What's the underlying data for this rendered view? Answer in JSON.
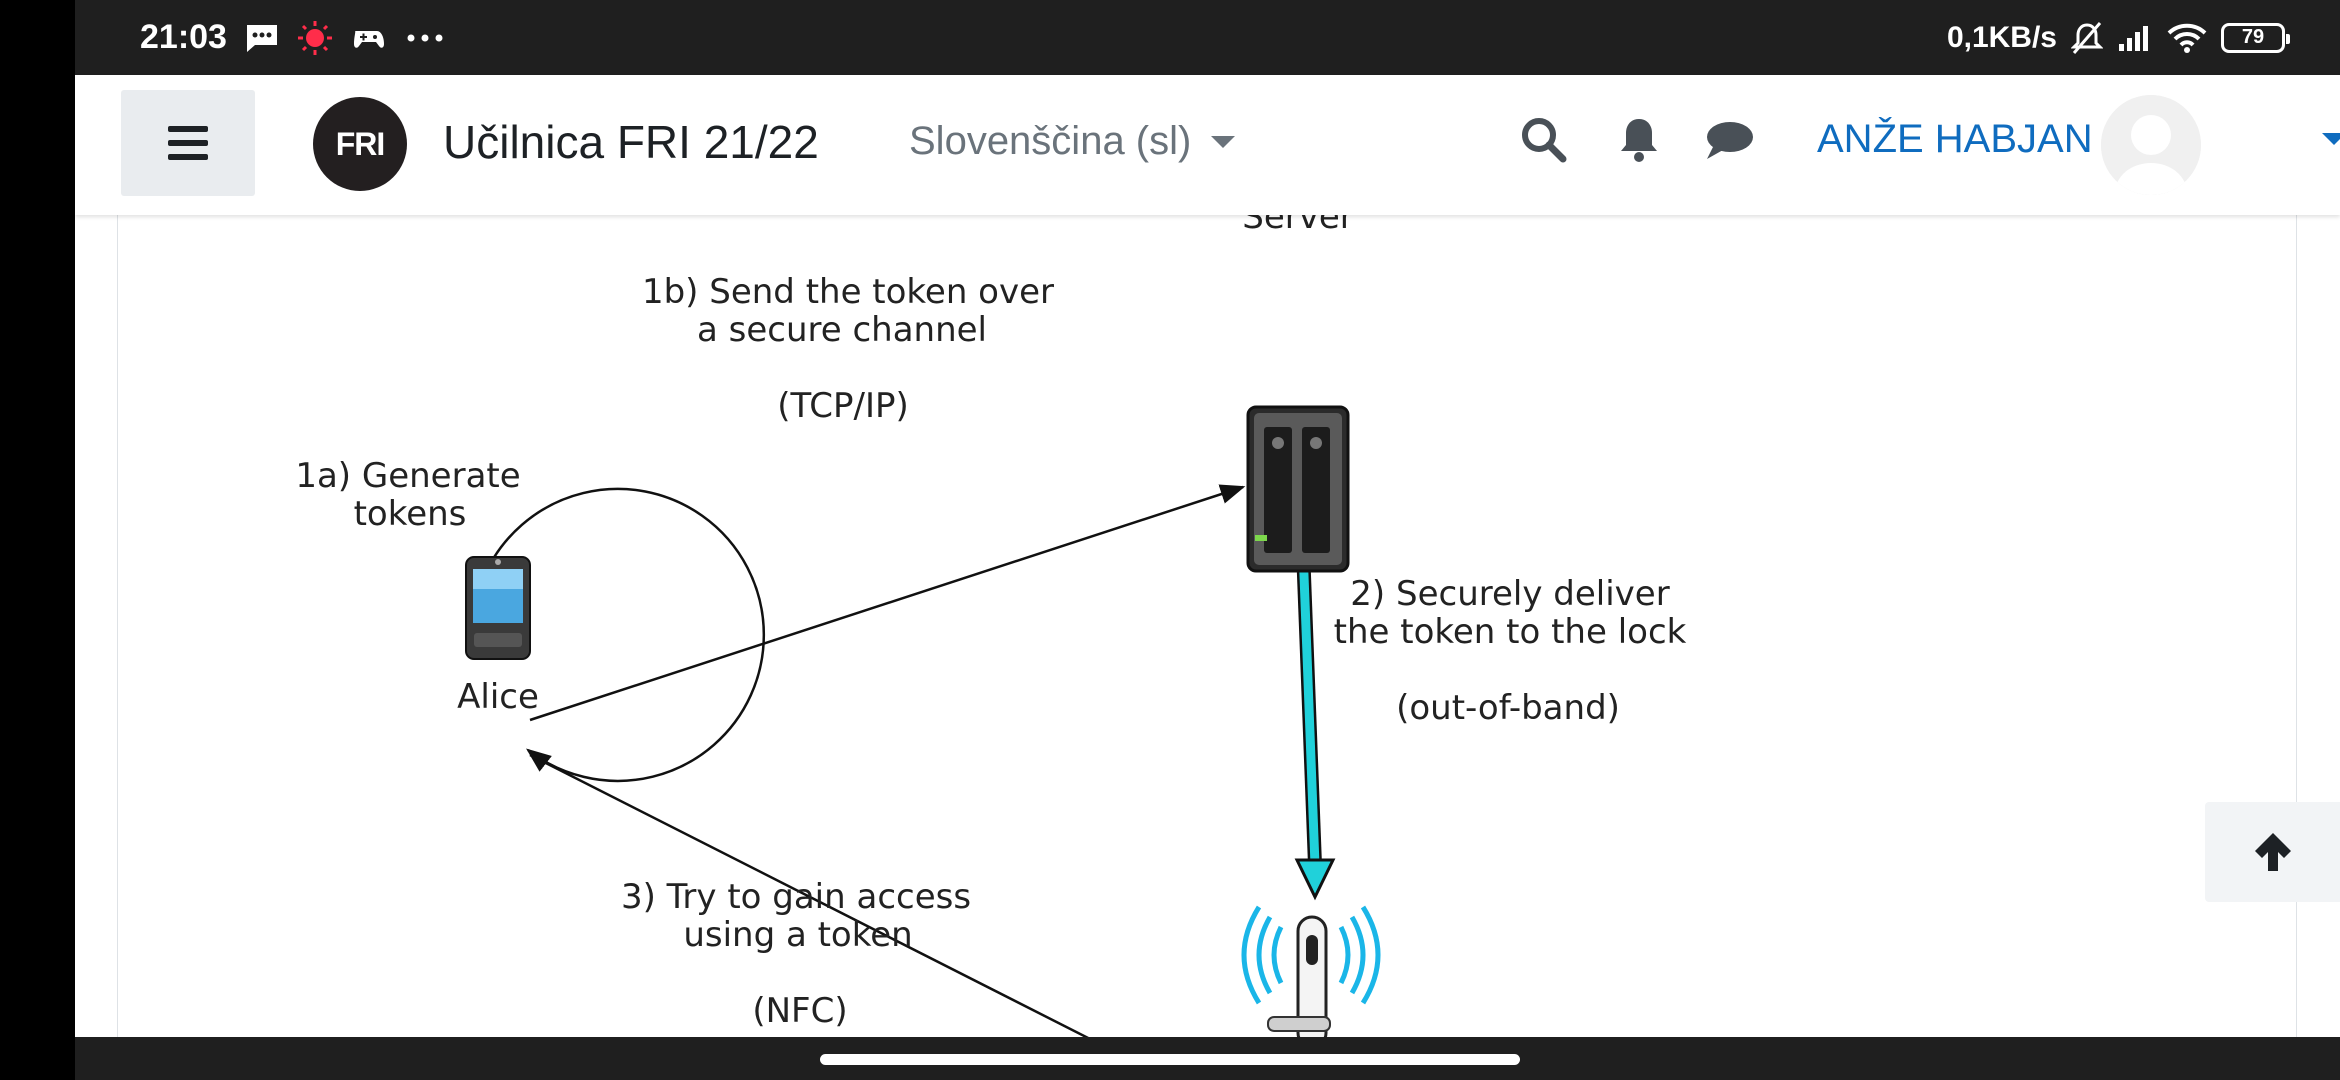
{
  "status_bar": {
    "time": "21:03",
    "net_speed": "0,1KB/s",
    "battery": "79"
  },
  "header": {
    "logo_text": "FRI",
    "site_title": "Učilnica FRI 21/22",
    "language": "Slovenščina (sl)",
    "user_name": "ANŽE HABJAN",
    "accent_color": "#0f6cbf"
  },
  "diagram": {
    "server_label": "Server",
    "step_1b_line1": "1b) Send the token over",
    "step_1b_line2": "a secure channel",
    "step_1b_proto": "(TCP/IP)",
    "step_1a_line1": "1a) Generate",
    "step_1a_line2": "tokens",
    "alice_label": "Alice",
    "step_2_line1": "2) Securely deliver",
    "step_2_line2": "the token to the lock",
    "step_2_proto": "(out-of-band)",
    "step_3_line1": "3) Try to gain access",
    "step_3_line2": "using a token",
    "step_3_proto": "(NFC)"
  }
}
